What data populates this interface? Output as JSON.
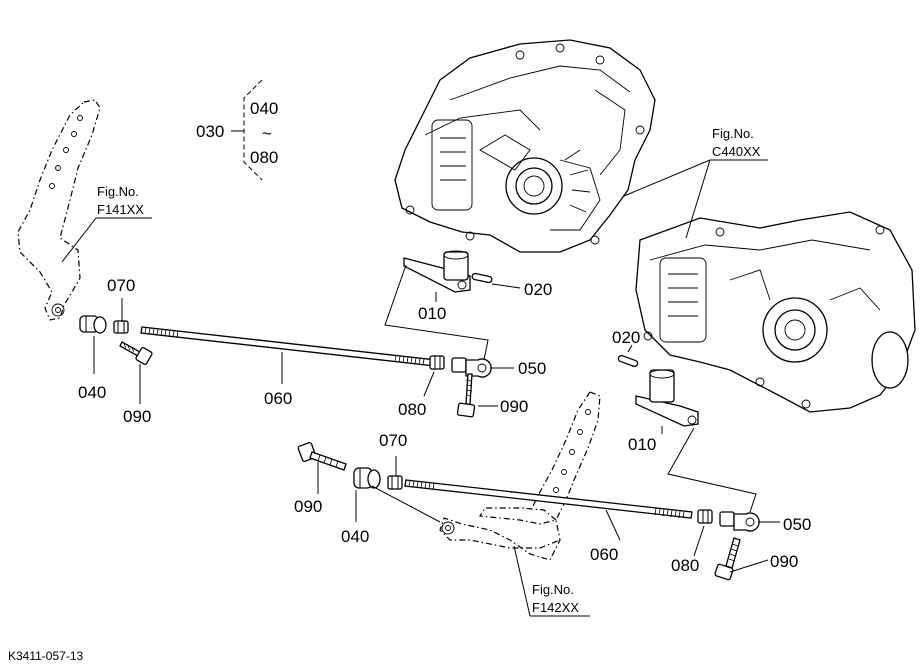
{
  "group_label": {
    "parent": "030",
    "from": "040",
    "tilde": "~",
    "to": "080"
  },
  "labels": {
    "l010_upper": "010",
    "l020_upper": "020",
    "l050_upper": "050",
    "l060_upper": "060",
    "l070_upper": "070",
    "l080_upper": "080",
    "l040_upper": "040",
    "l090_upper_left": "090",
    "l090_upper_right": "090",
    "l010_lower": "010",
    "l020_lower": "020",
    "l050_lower": "050",
    "l060_lower": "060",
    "l070_lower": "070",
    "l080_lower": "080",
    "l040_lower": "040",
    "l090_lower_left": "090",
    "l090_lower_right": "090"
  },
  "figrefs": {
    "f141": {
      "title": "Fig.No.",
      "code": "F141XX"
    },
    "c440": {
      "title": "Fig.No.",
      "code": "C440XX"
    },
    "f142": {
      "title": "Fig.No.",
      "code": "F142XX"
    }
  },
  "drawing_code": "K3411-057-13"
}
